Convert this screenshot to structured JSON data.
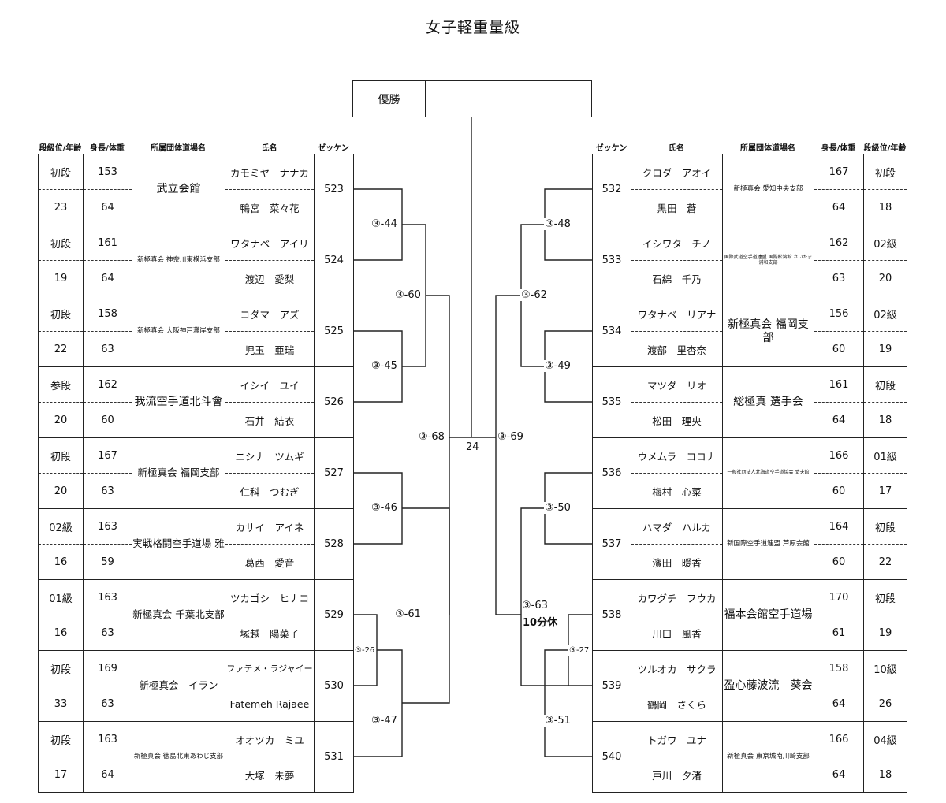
{
  "title": "女子軽重量級",
  "winner_label": "優勝",
  "headers": {
    "rank_age": "段級位/年齢",
    "height_weight": "身長/体重",
    "dojo": "所属団体道場名",
    "name": "氏名",
    "zekken": "ゼッケン"
  },
  "left": [
    {
      "rank": "初段",
      "age": "23",
      "height": "153",
      "weight": "64",
      "dojo": "武立会館",
      "dojo_size": "l",
      "kana": "カモミヤ　ナナカ",
      "kanji": "鴨宮　菜々花",
      "zekken": "523"
    },
    {
      "rank": "初段",
      "age": "19",
      "height": "161",
      "weight": "64",
      "dojo": "新極真会 神奈川東横浜支部",
      "dojo_size": "s",
      "kana": "ワタナベ　アイリ",
      "kanji": "渡辺　愛梨",
      "zekken": "524"
    },
    {
      "rank": "初段",
      "age": "22",
      "height": "158",
      "weight": "63",
      "dojo": "新極真会 大阪神戸灘岸支部",
      "dojo_size": "s",
      "kana": "コダマ　アズ",
      "kanji": "児玉　亜瑞",
      "zekken": "525"
    },
    {
      "rank": "参段",
      "age": "20",
      "height": "162",
      "weight": "60",
      "dojo": "我流空手道北斗會",
      "dojo_size": "l",
      "kana": "イシイ　ユイ",
      "kanji": "石井　結衣",
      "zekken": "526"
    },
    {
      "rank": "初段",
      "age": "20",
      "height": "167",
      "weight": "63",
      "dojo": "新極真会 福岡支部",
      "dojo_size": "m",
      "kana": "ニシナ　ツムギ",
      "kanji": "仁科　つむぎ",
      "zekken": "527"
    },
    {
      "rank": "02級",
      "age": "16",
      "height": "163",
      "weight": "59",
      "dojo": "実戦格闘空手道場 雅",
      "dojo_size": "m",
      "kana": "カサイ　アイネ",
      "kanji": "葛西　愛音",
      "zekken": "528"
    },
    {
      "rank": "01級",
      "age": "16",
      "height": "163",
      "weight": "63",
      "dojo": "新極真会 千葉北支部",
      "dojo_size": "m",
      "kana": "ツカゴシ　ヒナコ",
      "kanji": "塚越　陽菜子",
      "zekken": "529"
    },
    {
      "rank": "初段",
      "age": "33",
      "height": "169",
      "weight": "63",
      "dojo": "新極真会　イラン",
      "dojo_size": "m",
      "kana": "ファテメ・ラジャイー",
      "kanji": "Fatemeh Rajaee",
      "zekken": "530"
    },
    {
      "rank": "初段",
      "age": "17",
      "height": "163",
      "weight": "64",
      "dojo": "新極真会 徳島北東あわじ支部",
      "dojo_size": "s",
      "kana": "オオツカ　ミユ",
      "kanji": "大塚　未夢",
      "zekken": "531"
    }
  ],
  "right": [
    {
      "rank": "初段",
      "age": "18",
      "height": "167",
      "weight": "64",
      "dojo": "新極真会 愛知中央支部",
      "dojo_size": "s",
      "kana": "クロダ　アオイ",
      "kanji": "黒田　蒼",
      "zekken": "532"
    },
    {
      "rank": "02級",
      "age": "20",
      "height": "162",
      "weight": "63",
      "dojo": "国際武道空手道連盟 国際松濤館 さいたま浦和支部",
      "dojo_size": "xs",
      "kana": "イシワタ　チノ",
      "kanji": "石綿　千乃",
      "zekken": "533"
    },
    {
      "rank": "02級",
      "age": "19",
      "height": "156",
      "weight": "60",
      "dojo": "新極真会 福岡支部",
      "dojo_size": "l",
      "kana": "ワタナベ　リアナ",
      "kanji": "渡部　里杏奈",
      "zekken": "534"
    },
    {
      "rank": "初段",
      "age": "18",
      "height": "161",
      "weight": "64",
      "dojo": "総極真 選手会",
      "dojo_size": "l",
      "kana": "マツダ　リオ",
      "kanji": "松田　理央",
      "zekken": "535"
    },
    {
      "rank": "01級",
      "age": "17",
      "height": "166",
      "weight": "60",
      "dojo": "一般社団法人北海道空手道協会 丈夫館",
      "dojo_size": "xs",
      "kana": "ウメムラ　ココナ",
      "kanji": "梅村　心菜",
      "zekken": "536"
    },
    {
      "rank": "初段",
      "age": "22",
      "height": "164",
      "weight": "60",
      "dojo": "新国際空手道連盟 芦原会館",
      "dojo_size": "s",
      "kana": "ハマダ　ハルカ",
      "kanji": "濱田　暖香",
      "zekken": "537"
    },
    {
      "rank": "初段",
      "age": "19",
      "height": "170",
      "weight": "61",
      "dojo": "福本会館空手道場",
      "dojo_size": "l",
      "kana": "カワグチ　フウカ",
      "kanji": "川口　風香",
      "zekken": "538"
    },
    {
      "rank": "10級",
      "age": "26",
      "height": "158",
      "weight": "64",
      "dojo": "盈心藤波流　葵会",
      "dojo_size": "l",
      "kana": "ツルオカ　サクラ",
      "kanji": "鶴岡　さくら",
      "zekken": "539"
    },
    {
      "rank": "04級",
      "age": "18",
      "height": "166",
      "weight": "64",
      "dojo": "新極真会 東京城南川崎支部",
      "dojo_size": "s",
      "kana": "トガワ　ユナ",
      "kanji": "戸川　夕渚",
      "zekken": "540"
    }
  ],
  "bracket": {
    "m44": "③-44",
    "m45": "③-45",
    "m46": "③-46",
    "m47": "③-47",
    "m26": "③-26",
    "m60": "③-60",
    "m61": "③-61",
    "m68": "③-68",
    "m48": "③-48",
    "m49": "③-49",
    "m50": "③-50",
    "m51": "③-51",
    "m27": "③-27",
    "m62": "③-62",
    "m63": "③-63",
    "m69": "③-69",
    "final": "24",
    "rest_note": "10分休"
  }
}
